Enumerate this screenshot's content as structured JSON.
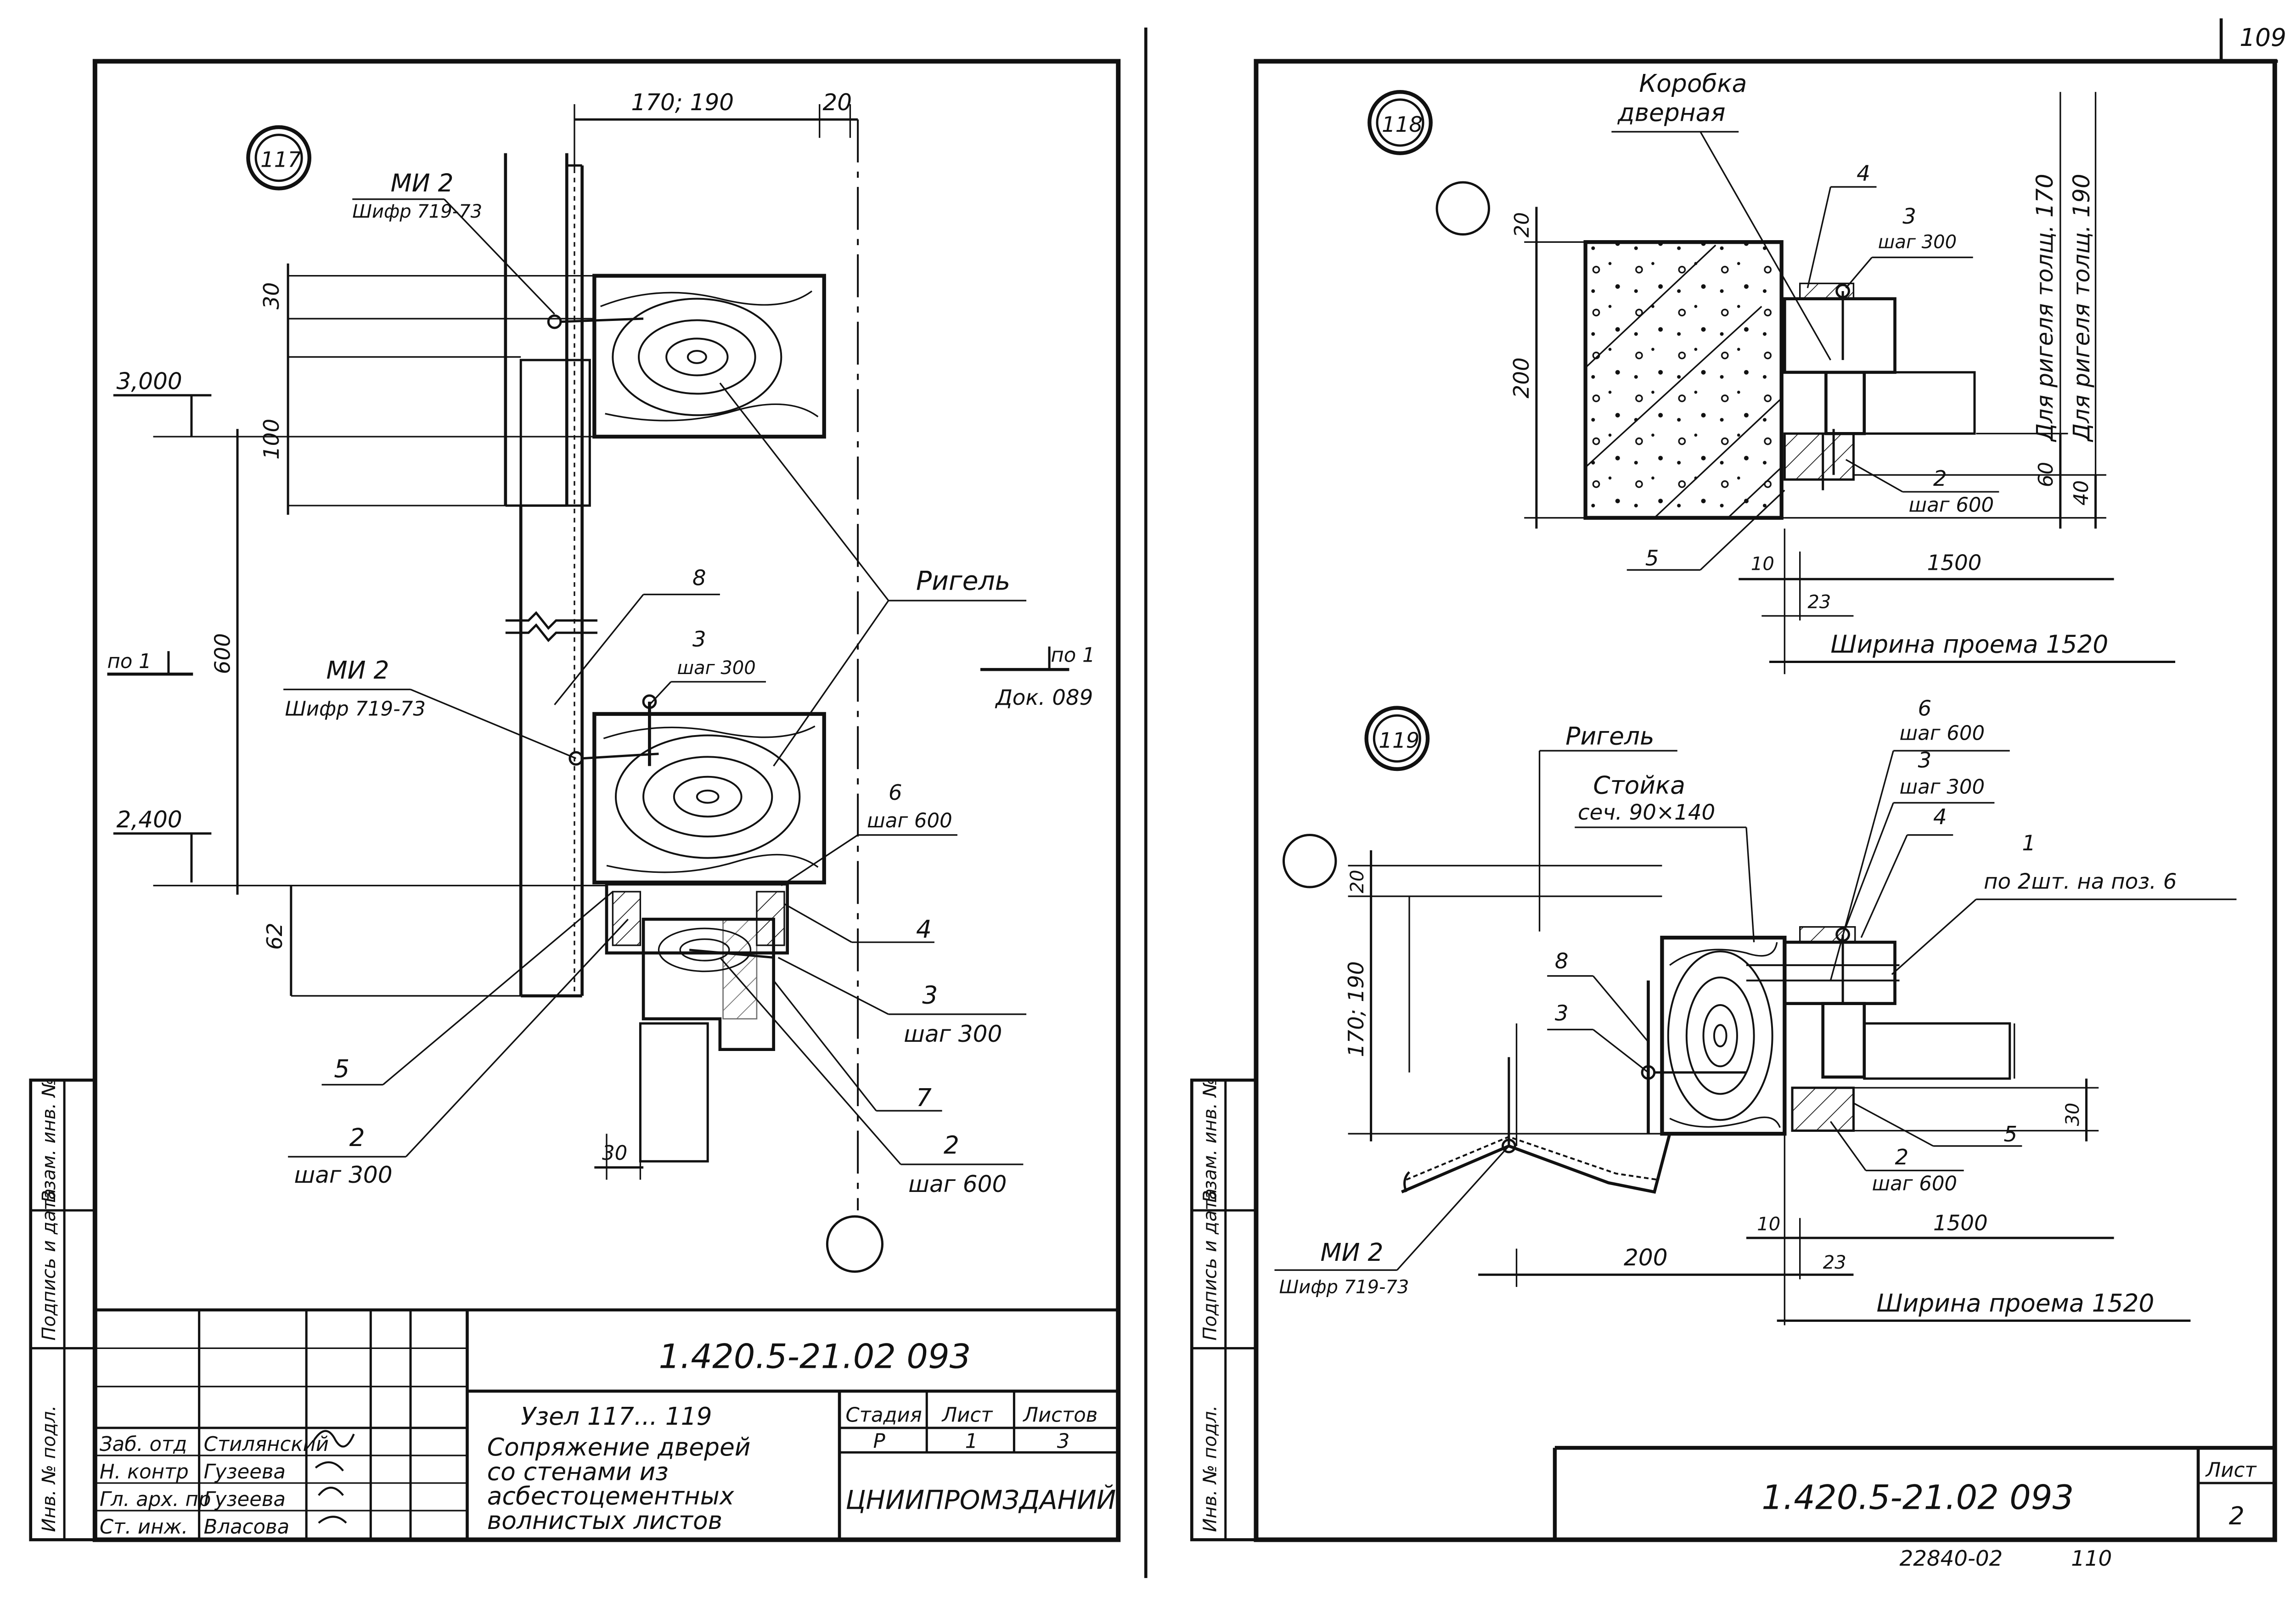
{
  "page_number": "109",
  "footer_code": "22840-02",
  "footer_page": "110",
  "left_sheet": {
    "node_117": "117",
    "labels": {
      "mu2_a": "МИ 2",
      "cipher_a": "Шифр 719-73",
      "mu2_b": "МИ 2",
      "cipher_b": "Шифр 719-73",
      "rigel": "Ригель",
      "po1_left": "по 1",
      "po1_right": "по 1",
      "dok": "Док. 089",
      "lvl_3000": "3,000",
      "lvl_2400": "2,400",
      "n8": "8",
      "n3a": "3",
      "step300a": "шаг 300",
      "n6": "6",
      "step600a": "шаг 600",
      "n4": "4",
      "n3b": "3",
      "step300b": "шаг 300",
      "n5": "5",
      "n7": "7",
      "n2a": "2",
      "step300c": "шаг 300",
      "n2b": "2",
      "step600b": "шаг 600"
    },
    "dims": {
      "top": "170; 190",
      "top20": "20",
      "d30": "30",
      "d100": "100",
      "d600": "600",
      "d62": "62",
      "d30b": "30"
    },
    "title_block": {
      "doc_code": "1.420.5-21.02 093",
      "roles": [
        "Заб. отд",
        "Н. контр",
        "Гл. арх. пр",
        "Ст. инж."
      ],
      "names": [
        "Стилянский",
        "Гузеева",
        "Гузеева",
        "Власова"
      ],
      "title_lines": [
        "Узел 117... 119",
        "Сопряжение дверей",
        "со стенами из",
        "асбестоцементных",
        "волнистых листов"
      ],
      "stage_header": "Стадия",
      "sheet_header": "Лист",
      "sheets_header": "Листов",
      "stage": "Р",
      "sheet": "1",
      "sheets": "3",
      "org": "ЦНИИПРОМЗДАНИЙ",
      "side_labels": [
        "Инв. № подл.",
        "Подпись и дата",
        "Взам. инв. №"
      ]
    }
  },
  "right_sheet": {
    "node_118": "118",
    "node_119": "119",
    "labels_118": {
      "korobka1": "Коробка",
      "korobka2": "дверная",
      "n4": "4",
      "n3": "3",
      "step300": "шаг 300",
      "rigel170": "Для ригеля толщ. 170",
      "rigel190": "Для ригеля толщ. 190",
      "n2": "2",
      "step600": "шаг 600",
      "n5": "5",
      "width": "Ширина проема 1520"
    },
    "dims_118": {
      "d20": "20",
      "d200": "200",
      "d60": "60",
      "d40": "40",
      "d10": "10",
      "d1500": "1500",
      "d23": "23"
    },
    "labels_119": {
      "rigel": "Ригель",
      "stoyka1": "Стойка",
      "stoyka2": "сеч. 90×140",
      "n6": "6",
      "step600a": "шаг 600",
      "n3a": "3",
      "step300": "шаг 300",
      "n4": "4",
      "n1": "1",
      "po2": "по 2шт. на поз. 6",
      "n8": "8",
      "n3b": "3",
      "n5": "5",
      "n2": "2",
      "step600b": "шаг 600",
      "mu2": "МИ 2",
      "cipher": "Шифр 719-73",
      "width": "Ширина проема 1520"
    },
    "dims_119": {
      "d20": "20",
      "d170": "170; 190",
      "d30": "30",
      "d10": "10",
      "d1500": "1500",
      "d200": "200",
      "d23": "23"
    },
    "title_block": {
      "doc_code": "1.420.5-21.02 093",
      "sheet_header": "Лист",
      "sheet": "2",
      "side_labels": [
        "Инв. № подл.",
        "Подпись и дата",
        "Взам. инв. №"
      ]
    }
  }
}
